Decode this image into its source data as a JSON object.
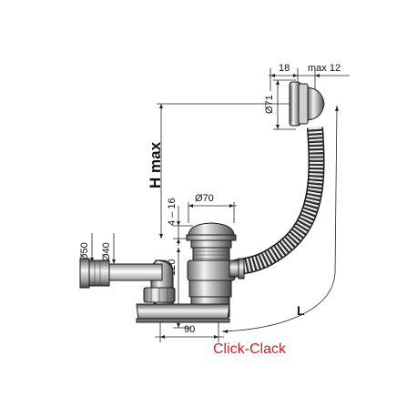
{
  "dimensions": {
    "width_18": "18",
    "max_12": "max 12",
    "d71": "Ø71",
    "h_max": "H max",
    "d70": "Ø70",
    "range_4_16": "4 – 16",
    "h_120": "120",
    "d50": "Ø50",
    "d40": "Ø40",
    "w_90": "90",
    "length_L": "L"
  },
  "caption": "Click-Clack",
  "colors": {
    "caption": "#d81f26",
    "metal_dark": "#3a3a3a",
    "metal_light": "#d9d9d9"
  }
}
